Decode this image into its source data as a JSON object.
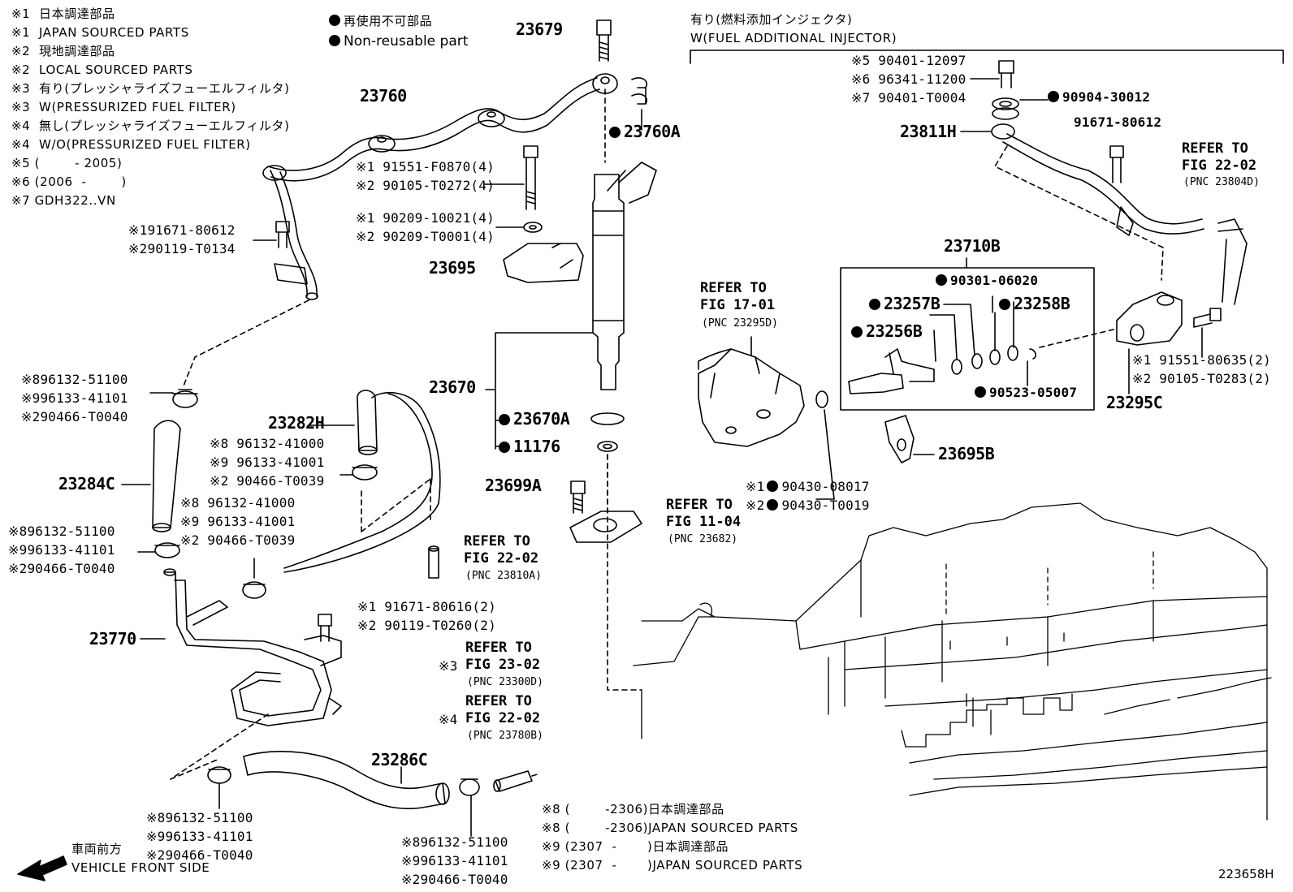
{
  "legend": {
    "l1": "※1  日本調達部品",
    "l2": "※1  JAPAN SOURCED PARTS",
    "l3": "※2  現地調達部品",
    "l4": "※2  LOCAL SOURCED PARTS",
    "l5": "※3  有り(プレッシャライズフューエルフィルタ)",
    "l6": "※3  W(PRESSURIZED FUEL FILTER)",
    "l7": "※4  無し(プレッシャライズフューエルフィルタ)",
    "l8": "※4  W/O(PRESSURIZED FUEL FILTER)",
    "l9": "※5 (        - 2005)",
    "l10": "※6 (2006  -        )",
    "l11": "※7 GDH322..VN"
  },
  "nonreusable": {
    "jp": "再使用不可部品",
    "en": "Non-reusable part"
  },
  "injector_option": {
    "jp": "有り(燃料添加インジェクタ)",
    "en": "W(FUEL ADDITIONAL INJECTOR)"
  },
  "parts": {
    "p23679": "23679",
    "p23760": "23760",
    "p23760A": "23760A",
    "a1": "※1 91551-F0870(4)",
    "a2": "※2 90105-T0272(4)",
    "a3": "※1 90209-10021(4)",
    "a4": "※2 90209-T0001(4)",
    "b1": "※191671-80612",
    "b2": "※290119-T0134",
    "p23695": "23695",
    "p23670": "23670",
    "p23670A": "23670A",
    "p11176": "11176",
    "p23699A": "23699A",
    "c1": "※896132-51100",
    "c2": "※996133-41101",
    "c3": "※290466-T0040",
    "p23284C": "23284C",
    "p23282H": "23282H",
    "d1": "※8 96132-41000",
    "d2": "※9 96133-41001",
    "d3": "※2 90466-T0039",
    "e1": "※8 96132-41000",
    "e2": "※9 96133-41001",
    "e3": "※2 90466-T0039",
    "f1": "※896132-51100",
    "f2": "※996133-41101",
    "f3": "※290466-T0040",
    "p23770": "23770",
    "g1": "※1 91671-80616(2)",
    "g2": "※2 90119-T0260(2)",
    "p23286C": "23286C",
    "h1": "※896132-51100",
    "h2": "※996133-41101",
    "h3": "※290466-T0040",
    "i1": "※896132-51100",
    "i2": "※996133-41101",
    "i3": "※290466-T0040",
    "j1": "※5 90401-12097",
    "j2": "※6 96341-11200",
    "j3": "※7 90401-T0004",
    "p90904": "90904-30012",
    "p23811H": "23811H",
    "p91671": "91671-80612",
    "p23710B": "23710B",
    "p90301": "90301-06020",
    "p23257B": "23257B",
    "p23258B": "23258B",
    "p23256B": "23256B",
    "p90523": "90523-05007",
    "p23295C": "23295C",
    "k1": "※1 91551-80635(2)",
    "k2": "※2 90105-T0283(2)",
    "p23695B": "23695B",
    "m1": "※1",
    "m1n": "90430-08017",
    "m2": "※2",
    "m2n": "90430-T0019"
  },
  "refs": {
    "r1": {
      "a": "REFER TO",
      "b": "FIG 22-02",
      "c": "(PNC 23804D)"
    },
    "r2": {
      "a": "REFER TO",
      "b": "FIG 17-01",
      "c": "(PNC 23295D)"
    },
    "r3": {
      "a": "REFER TO",
      "b": "FIG 11-04",
      "c": "(PNC 23682)"
    },
    "r4": {
      "a": "REFER TO",
      "b": "FIG 22-02",
      "c": "(PNC 23810A)"
    },
    "r5": {
      "a": "REFER TO",
      "m": "※3",
      "b": "FIG 23-02",
      "c": "(PNC 23300D)"
    },
    "r6": {
      "a": "REFER TO",
      "m": "※4",
      "b": "FIG 22-02",
      "c": "(PNC 23780B)"
    }
  },
  "footnotes": {
    "f1": "※8 (        -2306)日本調達部品",
    "f2": "※8 (        -2306)JAPAN SOURCED PARTS",
    "f3": "※9 (2307  -       )日本調達部品",
    "f4": "※9 (2307  -       )JAPAN SOURCED PARTS"
  },
  "front": {
    "jp": "車両前方",
    "en": "VEHICLE FRONT SIDE"
  },
  "figure_id": "223658H"
}
